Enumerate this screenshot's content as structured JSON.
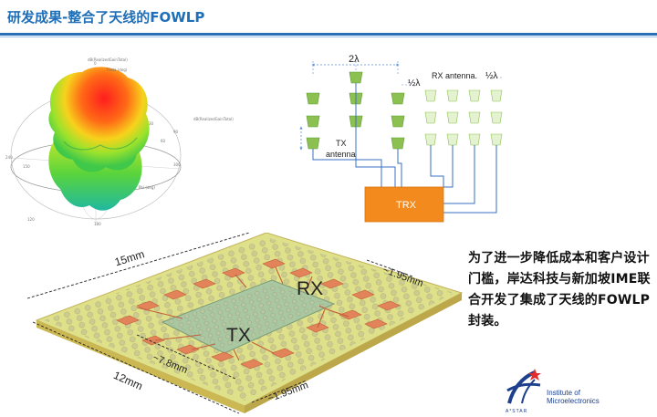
{
  "header": {
    "title": "研发成果-整合了天线的FOWLP"
  },
  "pattern": {
    "top_label": "dB(RealizedGainTotal)",
    "theta_label": "Theta (deg)",
    "phi_label": "Phi (deg)",
    "right_label": "dB(RealizedGainTotal)",
    "ticks": [
      "0",
      "30",
      "60",
      "90",
      "120",
      "150",
      "180",
      "240",
      "300"
    ]
  },
  "schematic": {
    "spacing_2lambda": "2λ",
    "half_lambda_tx": "½λ",
    "half_lambda_rx": "½λ",
    "rx_label": "RX antenna.",
    "tx_label_line1": "TX",
    "tx_label_line2": "antenna",
    "trx_label": "TRX"
  },
  "package": {
    "dim_15mm": "15mm",
    "dim_12mm": "12mm",
    "dim_1_95_top": "~1.95mm",
    "dim_1_95_bottom": "~1.95mm",
    "dim_7_8": "~7.8mm",
    "rx_label": "RX",
    "tx_label": "TX"
  },
  "caption": {
    "text": "为了进一步降低成本和客户设计门槛，岸达科技与新加坡IME联合开发了集成了天线的FOWLP封装。"
  },
  "logo": {
    "line1": "Institute of",
    "line2": "Microelectronics",
    "org": "A*STAR"
  },
  "colors": {
    "title_blue": "#1f6fb8",
    "trx_orange": "#f28a1e",
    "antenna_green": "#8cc152",
    "substrate": "#dfe08a"
  }
}
